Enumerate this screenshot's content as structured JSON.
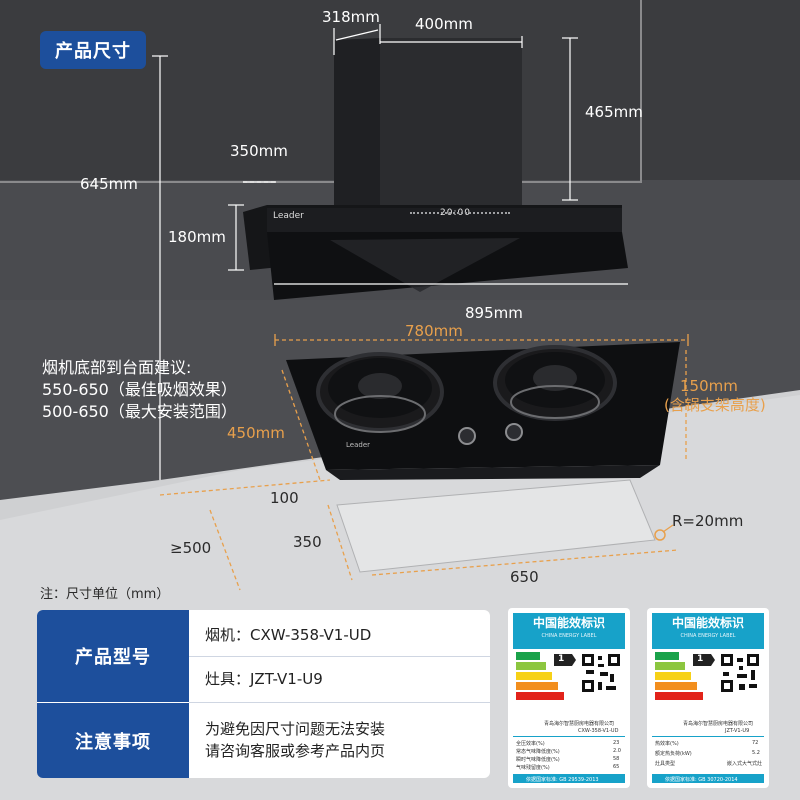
{
  "badge": {
    "label": "产品尺寸"
  },
  "brand": "Leader",
  "display_time": "20:00",
  "dimensions": {
    "d318": "318mm",
    "d400": "400mm",
    "d465": "465mm",
    "d350_top": "350mm",
    "d645": "645mm",
    "d180": "180mm",
    "d895": "895mm",
    "d780": "780mm",
    "d150": "150mm",
    "d150_note": "(含锅支架高度)",
    "d450": "450mm",
    "d100": "100",
    "d500": "≥500",
    "d350_bottom": "350",
    "d650": "650",
    "radius": "R=20mm"
  },
  "recommendation": {
    "line1": "烟机底部到台面建议:",
    "line2": "550-650（最佳吸烟效果）",
    "line3": "500-650（最大安装范围）"
  },
  "unit_note": "注：尺寸单位（mm）",
  "specs": {
    "model_header": "产品型号",
    "hood_model": "烟机：CXW-358-V1-UD",
    "stove_model": "灶具：JZT-V1-U9",
    "notice_header": "注意事项",
    "notice_line1": "为避免因尺寸问题无法安装",
    "notice_line2": "请咨询客服或参考产品内页"
  },
  "energy_labels": [
    {
      "title": "中国能效标识",
      "subtitle": "CHINA ENERGY LABEL",
      "grade": "1",
      "maker": "青岛海尔智慧厨房电器有限公司",
      "model": "CXW-358-V1-UD",
      "row1_name": "全压效率(%)",
      "row1_val": "23",
      "row2_name": "常态气味降低度(%)",
      "row2_val": "2.0",
      "row3_name": "瞬时气味降低度(%)",
      "row3_val": "58",
      "row4_name": "气味残留度(%)",
      "row4_val": "65",
      "std": "依据国家标准: GB 29539-2013"
    },
    {
      "title": "中国能效标识",
      "subtitle": "CHINA ENERGY LABEL",
      "grade": "1",
      "maker": "青岛海尔智慧厨房电器有限公司",
      "model": "JZT-V1-U9",
      "row1_name": "热效率(%)",
      "row1_val": "72",
      "row2_name": "额定热负荷(kW)",
      "row2_val": "5.2",
      "row3_name": "灶具类型",
      "row3_val": "嵌入式大气式灶",
      "row4_name": "",
      "row4_val": "",
      "std": "依据国家标准: GB 30720-2014"
    }
  ],
  "colors": {
    "accent": "#1d4f9c",
    "dimension_orange": "#e8a04c",
    "label_cyan": "#17a2c9"
  }
}
